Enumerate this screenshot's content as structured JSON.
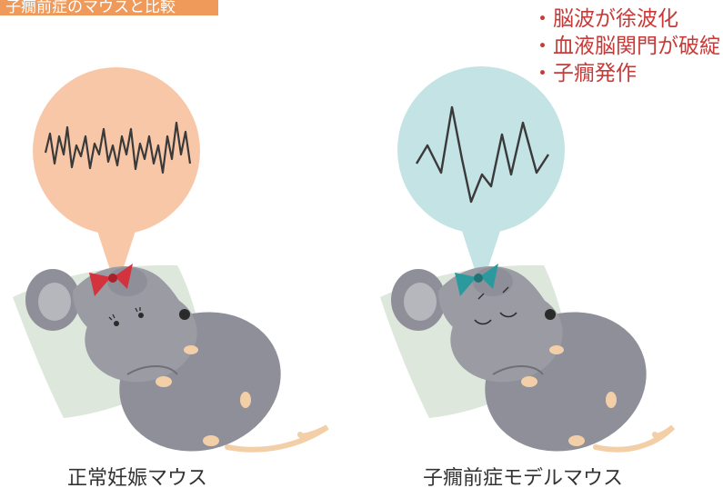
{
  "banner": {
    "text": "子癇前症のマウスと比較"
  },
  "notes": {
    "items": [
      "・脳波が徐波化",
      "・血液脳関門が破綻",
      "・子癇発作"
    ]
  },
  "panels": {
    "left": {
      "caption": "正常妊娠マウス"
    },
    "right": {
      "caption": "子癇前症モデルマウス"
    }
  },
  "colors": {
    "banner": "#ef9a5a",
    "left_bubble": "#f7c7a8",
    "right_bubble": "#c3e3e4",
    "left_bow": "#d2333c",
    "right_bow": "#2a9a9e",
    "mouse_body": "#8e8f98",
    "pillow": "#dde7dc",
    "tail": "#f3cfa7",
    "notes_text": "#c83a38"
  }
}
